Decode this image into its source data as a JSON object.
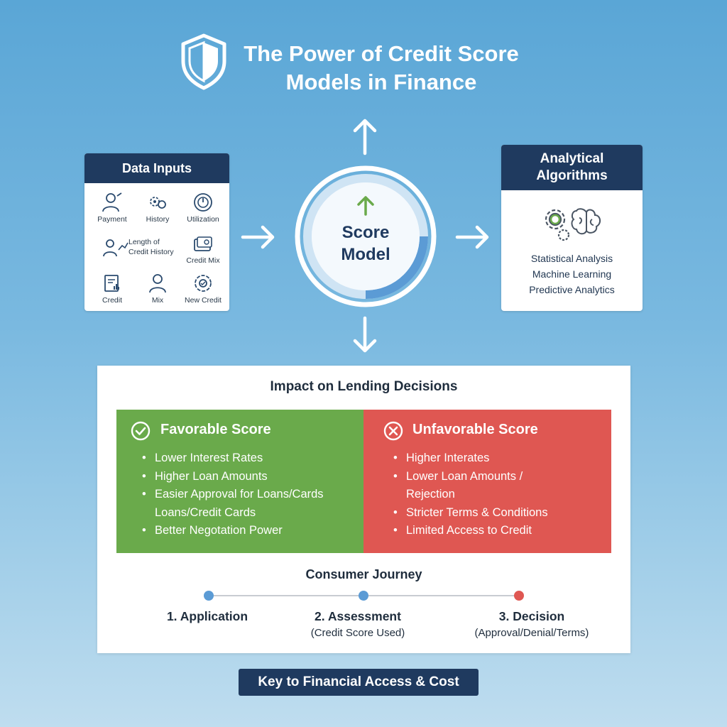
{
  "title": {
    "line1": "The Power of Credit Score",
    "line2": "Models in Finance"
  },
  "data_inputs": {
    "header": "Data Inputs",
    "items": [
      {
        "label": "Payment",
        "icon": "person-icon"
      },
      {
        "label": "History",
        "icon": "gears-icon"
      },
      {
        "label": "Utilization",
        "icon": "gauge-icon"
      },
      {
        "label": "Length of\nCredit History",
        "icon": "person-chart-icon"
      },
      {
        "label": "Credit Mix",
        "icon": "cards-icon"
      },
      {
        "label": "Credit",
        "icon": "document-chart-icon"
      },
      {
        "label": "Mix",
        "icon": "user-icon"
      },
      {
        "label": "New Credit",
        "icon": "refresh-gear-icon"
      }
    ]
  },
  "score_model": {
    "line1": "Score",
    "line2": "Model"
  },
  "algorithms": {
    "header_line1": "Analytical",
    "header_line2": "Algorithms",
    "lines": [
      "Statistical Analysis",
      "Machine Learning",
      "Predictive Analytics"
    ]
  },
  "impact": {
    "title": "Impact on Lending Decisions",
    "favorable": {
      "title": "Favorable Score",
      "items": [
        "Lower Interest Rates",
        "Higher Loan Amounts",
        "Easier Approval for Loans/Cards\nLoans/Credit Cards",
        "Better Negotation Power"
      ]
    },
    "unfavorable": {
      "title": "Unfavorable Score",
      "items": [
        "Higher Interates",
        "Lower Loan Amounts /\nRejection",
        "Stricter Terms & Conditions",
        "Limited Access to Credit"
      ]
    }
  },
  "journey": {
    "title": "Consumer Journey",
    "steps": [
      {
        "title": "1. Application",
        "sub": ""
      },
      {
        "title": "2. Assessment",
        "sub": "(Credit Score Used)"
      },
      {
        "title": "3. Decision",
        "sub": "(Approval/Denial/Terms)"
      }
    ]
  },
  "footer": "Key to Financial Access & Cost",
  "colors": {
    "navy": "#1f3a5f",
    "green": "#6aaa4b",
    "red": "#df5752",
    "accent_blue": "#5b9bd5"
  }
}
